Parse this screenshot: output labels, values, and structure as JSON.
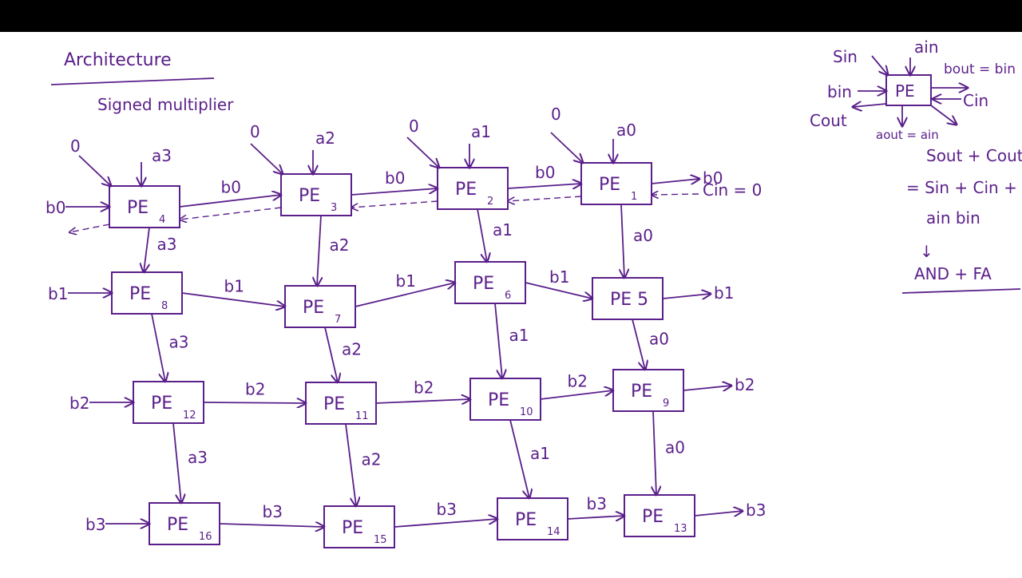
{
  "title": "Architecture",
  "subtitle": "Signed multiplier",
  "inputs": {
    "zeros": [
      "0",
      "0",
      "0",
      "0"
    ],
    "top_a": [
      "a3",
      "a2",
      "a1",
      "a0"
    ],
    "col_a": [
      "a3",
      "a2",
      "a1",
      "a0"
    ],
    "rows_b": [
      "b0",
      "b1",
      "b2",
      "b3"
    ]
  },
  "cin_label": "Cin = 0",
  "pe_grid": [
    [
      {
        "name": "PE",
        "sub": "4"
      },
      {
        "name": "PE",
        "sub": "3"
      },
      {
        "name": "PE",
        "sub": "2"
      },
      {
        "name": "PE",
        "sub": "1"
      }
    ],
    [
      {
        "name": "PE",
        "sub": "8"
      },
      {
        "name": "PE",
        "sub": "7"
      },
      {
        "name": "PE",
        "sub": "6"
      },
      {
        "name": "PE 5",
        "sub": ""
      }
    ],
    [
      {
        "name": "PE",
        "sub": "12"
      },
      {
        "name": "PE",
        "sub": "11"
      },
      {
        "name": "PE",
        "sub": "10"
      },
      {
        "name": "PE",
        "sub": "9"
      }
    ],
    [
      {
        "name": "PE",
        "sub": "16"
      },
      {
        "name": "PE",
        "sub": "15"
      },
      {
        "name": "PE",
        "sub": "14"
      },
      {
        "name": "PE",
        "sub": "13"
      }
    ]
  ],
  "legend": {
    "pe": "PE",
    "sin": "Sin",
    "ain": "ain",
    "bout": "bout = bin",
    "bin": "bin",
    "cin": "Cin",
    "cout": "Cout",
    "aout": "aout = ain",
    "eq1": "Sout + Cout",
    "eq2": "= Sin + Cin +",
    "eq3": "ain bin",
    "arrow": "↓",
    "eq4": "AND + FA"
  }
}
